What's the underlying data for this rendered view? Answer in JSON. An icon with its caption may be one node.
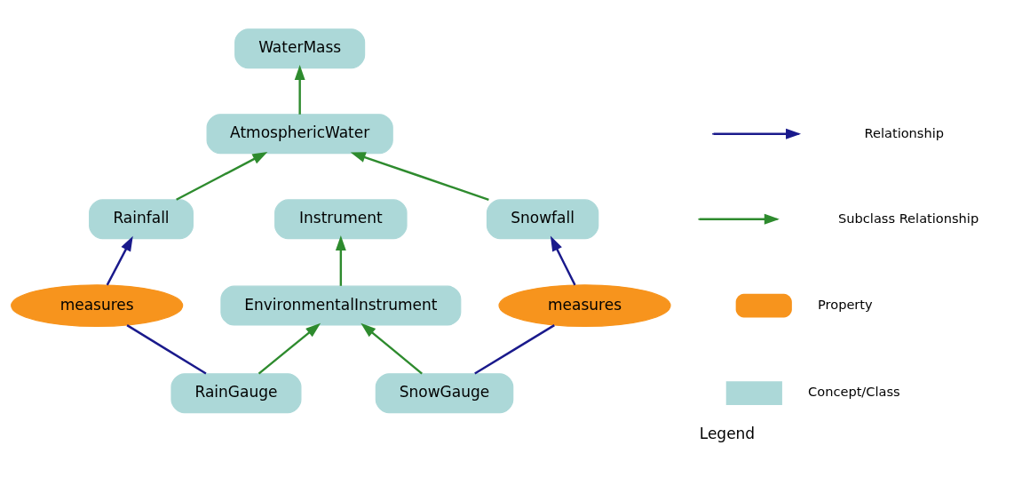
{
  "diagram": {
    "nodes": [
      {
        "text": [
          "WaterMass"
        ]
      },
      {
        "text": [
          "AtmosphericWater"
        ]
      },
      {
        "text": [
          "Rainfall"
        ]
      },
      {
        "text": [
          "Snowfall"
        ]
      },
      {
        "text": [
          "Instrument"
        ]
      },
      {
        "text": [
          "EnvironmentalInstrument"
        ]
      },
      {
        "text": [
          "RainGauge"
        ]
      },
      {
        "text": [
          "SnowGauge"
        ]
      },
      {
        "text": [
          "measures"
        ]
      },
      {
        "text": [
          "measures"
        ]
      }
    ],
    "edges": [
      {
        "from": 1,
        "to": 0,
        "arrow": "to"
      },
      {
        "from": 2,
        "to": 1,
        "arrow": "to"
      },
      {
        "from": 3,
        "to": 1,
        "arrow": "to"
      },
      {
        "from": 5,
        "to": 4,
        "arrow": "to"
      },
      {
        "from": 6,
        "to": 5,
        "arrow": "to"
      },
      {
        "from": 7,
        "to": 5,
        "arrow": "to"
      },
      {
        "from": 6,
        "to": 8,
        "arrow": "none",
        "color": "#1a1a8c"
      },
      {
        "from": 8,
        "to": 2,
        "arrow": "to",
        "color": "#1a1a8c"
      },
      {
        "from": 7,
        "to": 9,
        "arrow": "none",
        "color": "#1a1a8c"
      },
      {
        "from": 9,
        "to": 3,
        "arrow": "to",
        "color": "#1a1a8c"
      }
    ],
    "labels": [
      "Legend"
    ],
    "legend": [
      {
        "text": "Relationship"
      },
      {
        "text": "Subclass Relationship"
      },
      {
        "text": "Property"
      },
      {
        "text": "Concept/Class",
        "color": "#acd8d8"
      }
    ]
  }
}
